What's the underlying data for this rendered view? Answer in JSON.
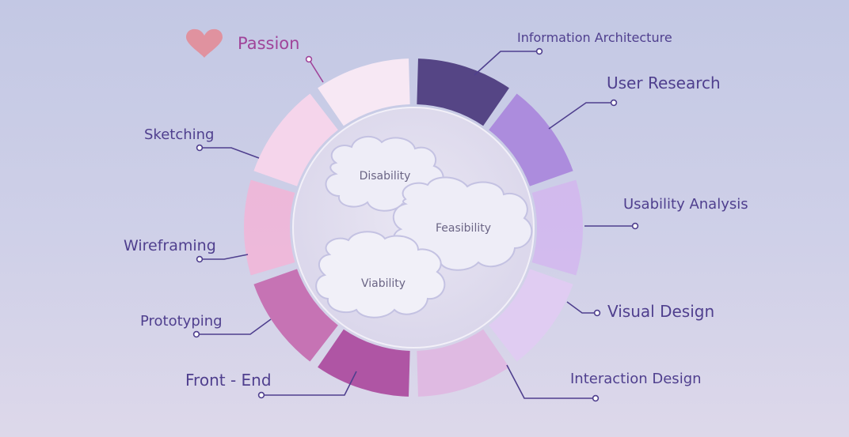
{
  "highlight_label": "Passion",
  "segments": [
    {
      "label": "Information Architecture",
      "color": "#4b3a7d"
    },
    {
      "label": "User Research",
      "color": "#a987dc"
    },
    {
      "label": "Usability Analysis",
      "color": "#d2b9ee"
    },
    {
      "label": "Visual Design",
      "color": "#e1cbf2"
    },
    {
      "label": "Interaction Design",
      "color": "#dfb7e1"
    },
    {
      "label": "Front - End",
      "color": "#ab4a9d"
    },
    {
      "label": "Prototyping",
      "color": "#c46aaf"
    },
    {
      "label": "Wireframing",
      "color": "#f0b6d8"
    },
    {
      "label": "Sketching",
      "color": "#f8d6ec"
    },
    {
      "label": "Passion",
      "color": "#fbeaf5"
    }
  ],
  "clouds": [
    "Disability",
    "Feasibility",
    "Viability"
  ],
  "colors": {
    "label": "#4f3f8e",
    "passion_label": "#a0449a",
    "heart": "#e0929f",
    "cloud_fill": "#eeedf7",
    "cloud_stroke": "#c4c2e2"
  }
}
